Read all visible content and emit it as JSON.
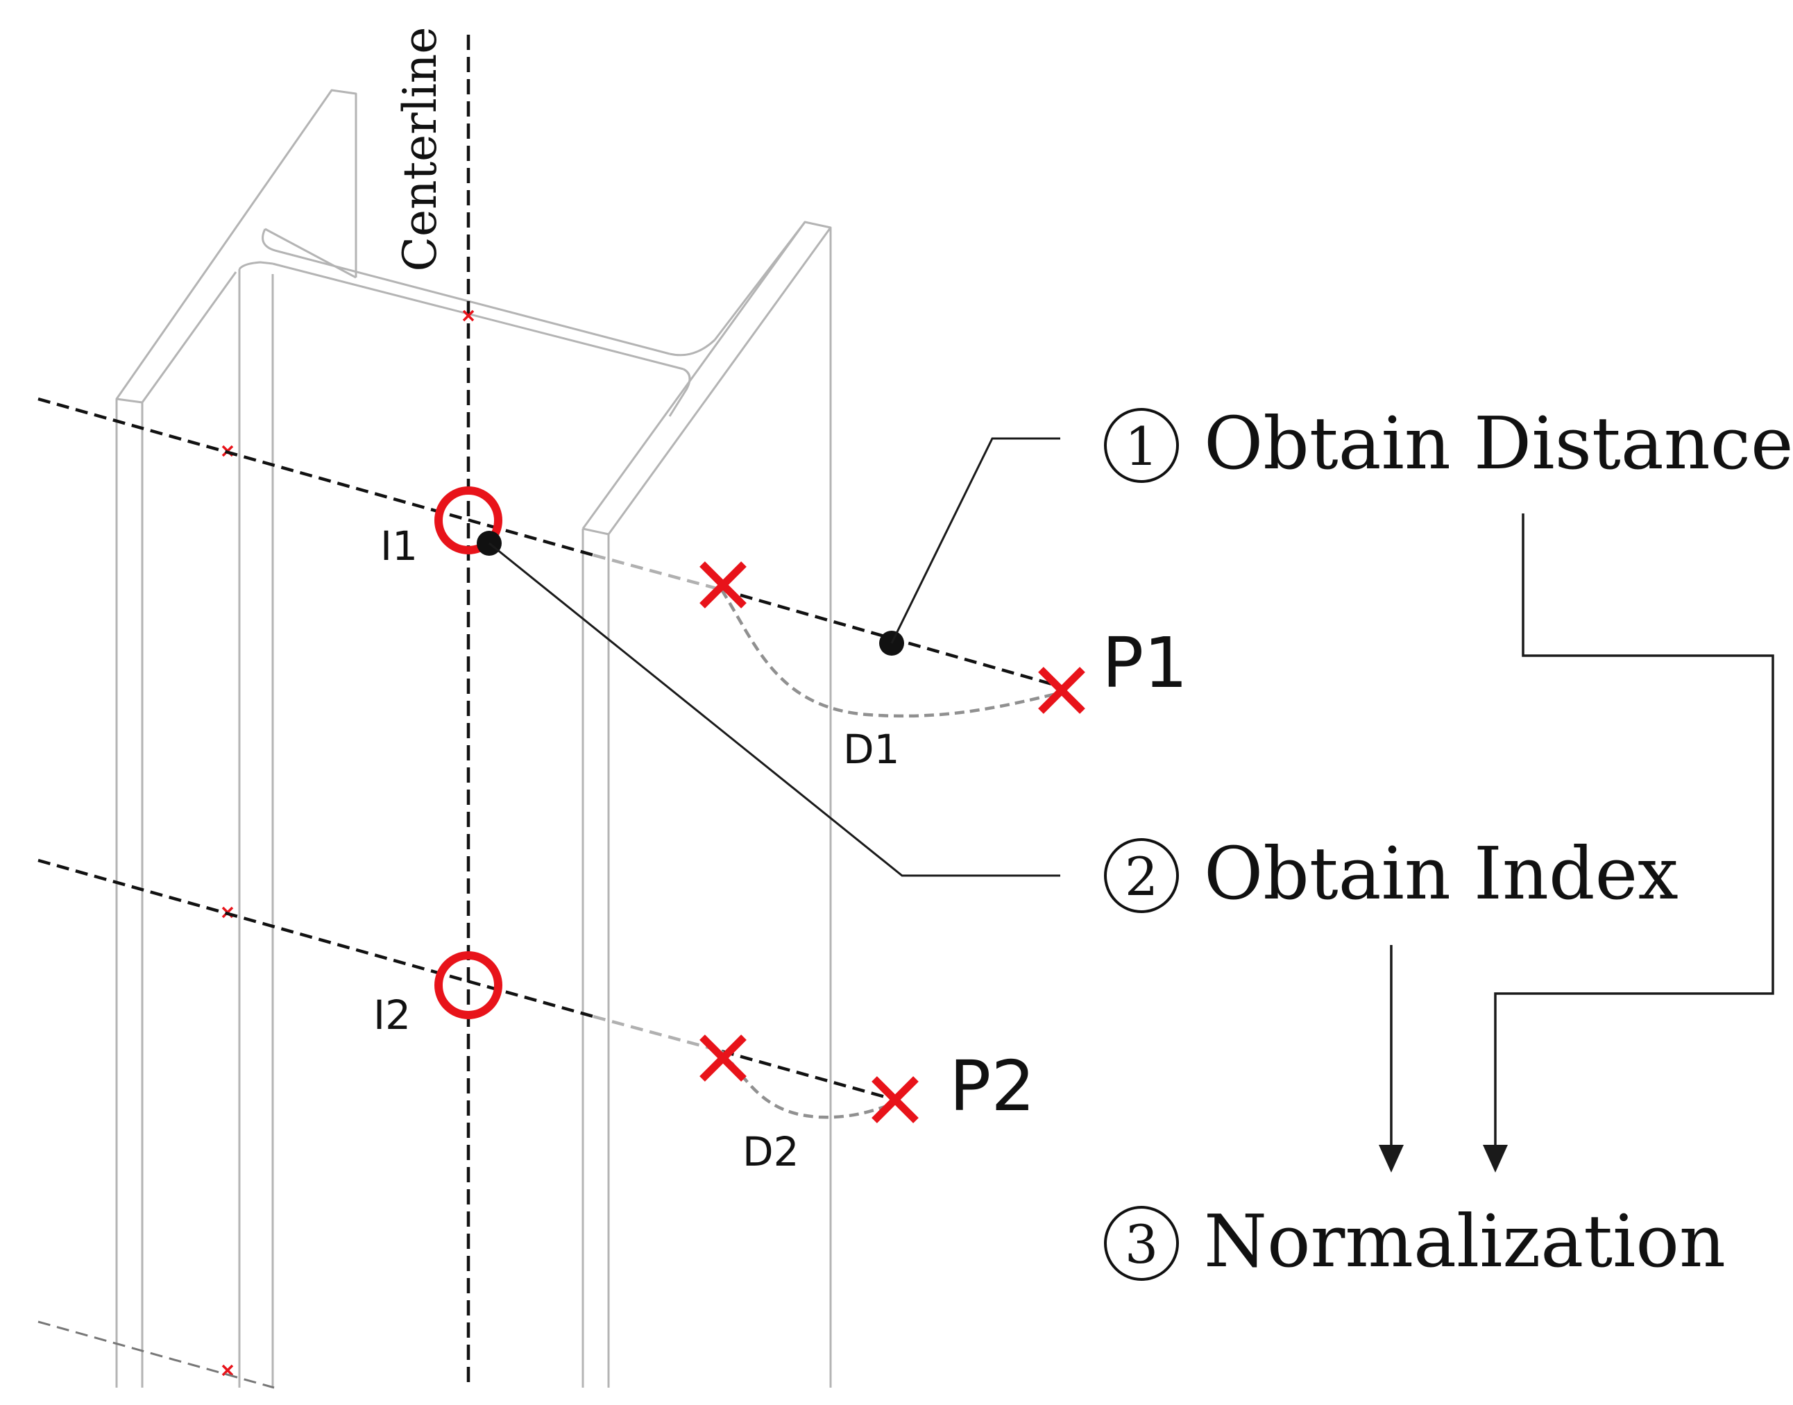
{
  "labels": {
    "centerline": "Centerline",
    "index_1": "I1",
    "index_2": "I2",
    "point_1": "P1",
    "point_2": "P2",
    "distance_1": "D1",
    "distance_2": "D2"
  },
  "steps": [
    {
      "number": "1",
      "label": "Obtain Distance"
    },
    {
      "number": "2",
      "label": "Obtain Index"
    },
    {
      "number": "3",
      "label": "Normalization"
    }
  ],
  "colors": {
    "marker": "#e8131a",
    "beam_outline": "#b4b4b4",
    "ink": "#111111"
  },
  "icons": {
    "point_marker": "red-x-marker",
    "index_marker": "red-ring-marker",
    "step_badge": "circled-number-icon"
  }
}
